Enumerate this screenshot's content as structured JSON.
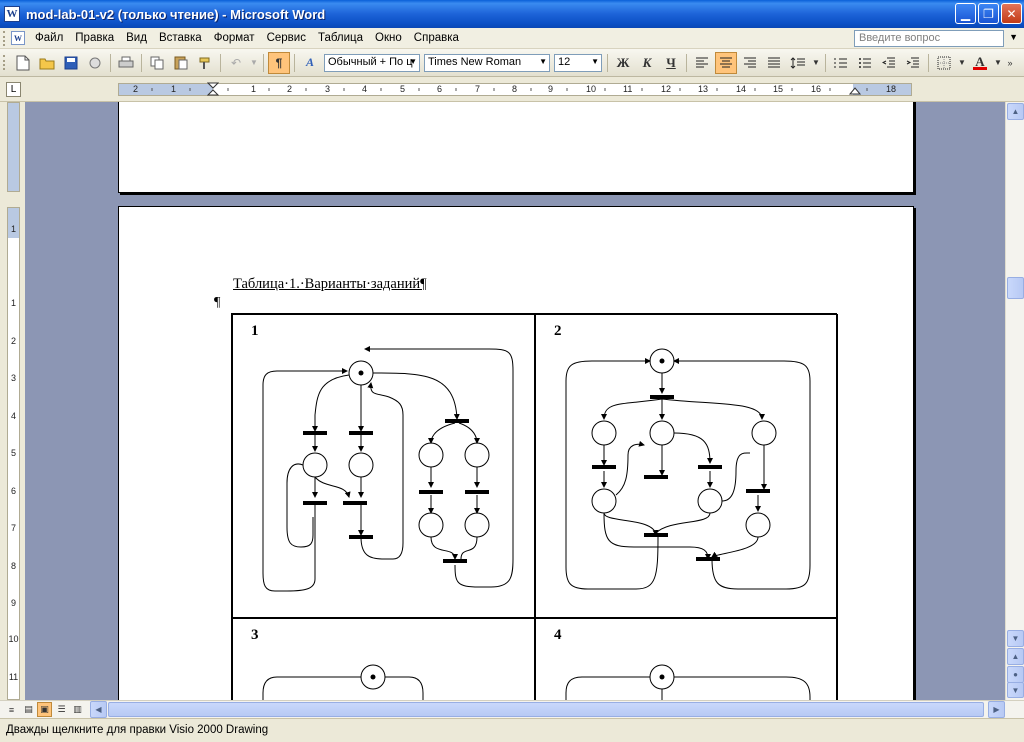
{
  "window": {
    "title": "mod-lab-01-v2 (только чтение) - Microsoft Word",
    "app_icon_letter": "W"
  },
  "menubar": {
    "items": [
      "Файл",
      "Правка",
      "Вид",
      "Вставка",
      "Формат",
      "Сервис",
      "Таблица",
      "Окно",
      "Справка"
    ],
    "help_placeholder": "Введите вопрос"
  },
  "toolbar": {
    "style": "Обычный + По ц",
    "font": "Times New Roman",
    "size": "12",
    "bold": "Ж",
    "italic": "К",
    "underline": "Ч",
    "font_color_letter": "A"
  },
  "ruler": {
    "numbers": [
      "2",
      "1",
      "1",
      "2",
      "3",
      "4",
      "5",
      "6",
      "7",
      "8",
      "9",
      "10",
      "11",
      "12",
      "13",
      "14",
      "15",
      "16",
      "18"
    ],
    "vnumbers": [
      "1",
      "1",
      "2",
      "3",
      "4",
      "5",
      "6",
      "7",
      "8",
      "9",
      "10",
      "11"
    ]
  },
  "document": {
    "caption": "Таблица·1.·Варианты·заданий¶",
    "para_mark": "¶",
    "cells": [
      "1",
      "2",
      "3",
      "4"
    ]
  },
  "statusbar": {
    "text": "Дважды щелкните для правки Visio 2000 Drawing"
  },
  "colors": {
    "titlebar": "#0b4fc5",
    "doc_background": "#8c96b4",
    "active_button": "#ffc47b",
    "font_color_bar": "#e00000"
  }
}
